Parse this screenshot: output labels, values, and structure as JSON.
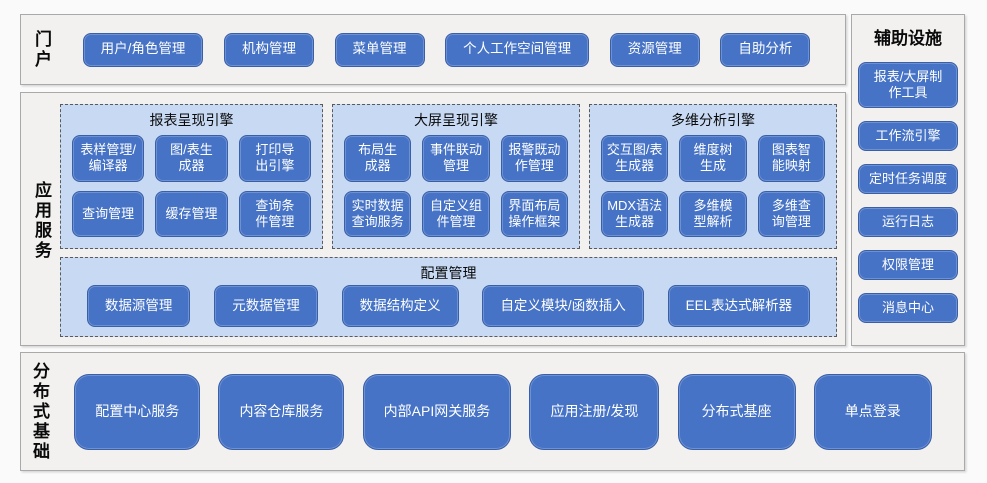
{
  "portal": {
    "label": "门户",
    "buttons": [
      "用户/角色管理",
      "机构管理",
      "菜单管理",
      "个人工作空间管理",
      "资源管理",
      "自助分析"
    ]
  },
  "app": {
    "label": "应用服务",
    "groups": [
      {
        "title": "报表呈现引擎",
        "buttons": [
          "表样管理/\n编译器",
          "图/表生\n成器",
          "打印导\n出引擎",
          "查询管理",
          "缓存管理",
          "查询条\n件管理"
        ]
      },
      {
        "title": "大屏呈现引擎",
        "buttons": [
          "布局生\n成器",
          "事件联动\n管理",
          "报警既动\n作管理",
          "实时数据\n查询服务",
          "自定义组\n件管理",
          "界面布局\n操作框架"
        ]
      },
      {
        "title": "多维分析引擎",
        "buttons": [
          "交互图/表\n生成器",
          "维度树\n生成",
          "图表智\n能映射",
          "MDX语法\n生成器",
          "多维模\n型解析",
          "多维查\n询管理"
        ]
      }
    ],
    "config": {
      "title": "配置管理",
      "buttons": [
        "数据源管理",
        "元数据管理",
        "数据结构定义",
        "自定义模块/函数插入",
        "EEL表达式解析器"
      ]
    }
  },
  "aux": {
    "title": "辅助设施",
    "buttons": [
      "报表/大屏制\n作工具",
      "工作流引擎",
      "定时任务调度",
      "运行日志",
      "权限管理",
      "消息中心"
    ]
  },
  "base": {
    "label": "分布式基础",
    "buttons": [
      "配置中心服务",
      "内容仓库服务",
      "内部API网关服务",
      "应用注册/发现",
      "分布式基座",
      "单点登录"
    ]
  },
  "colors": {
    "module_button_blue": "#4673C5",
    "engine_group_light_blue": "#C7D9F3",
    "section_background_gray": "#F2F1EF",
    "button_text": "#FFFFFF"
  }
}
